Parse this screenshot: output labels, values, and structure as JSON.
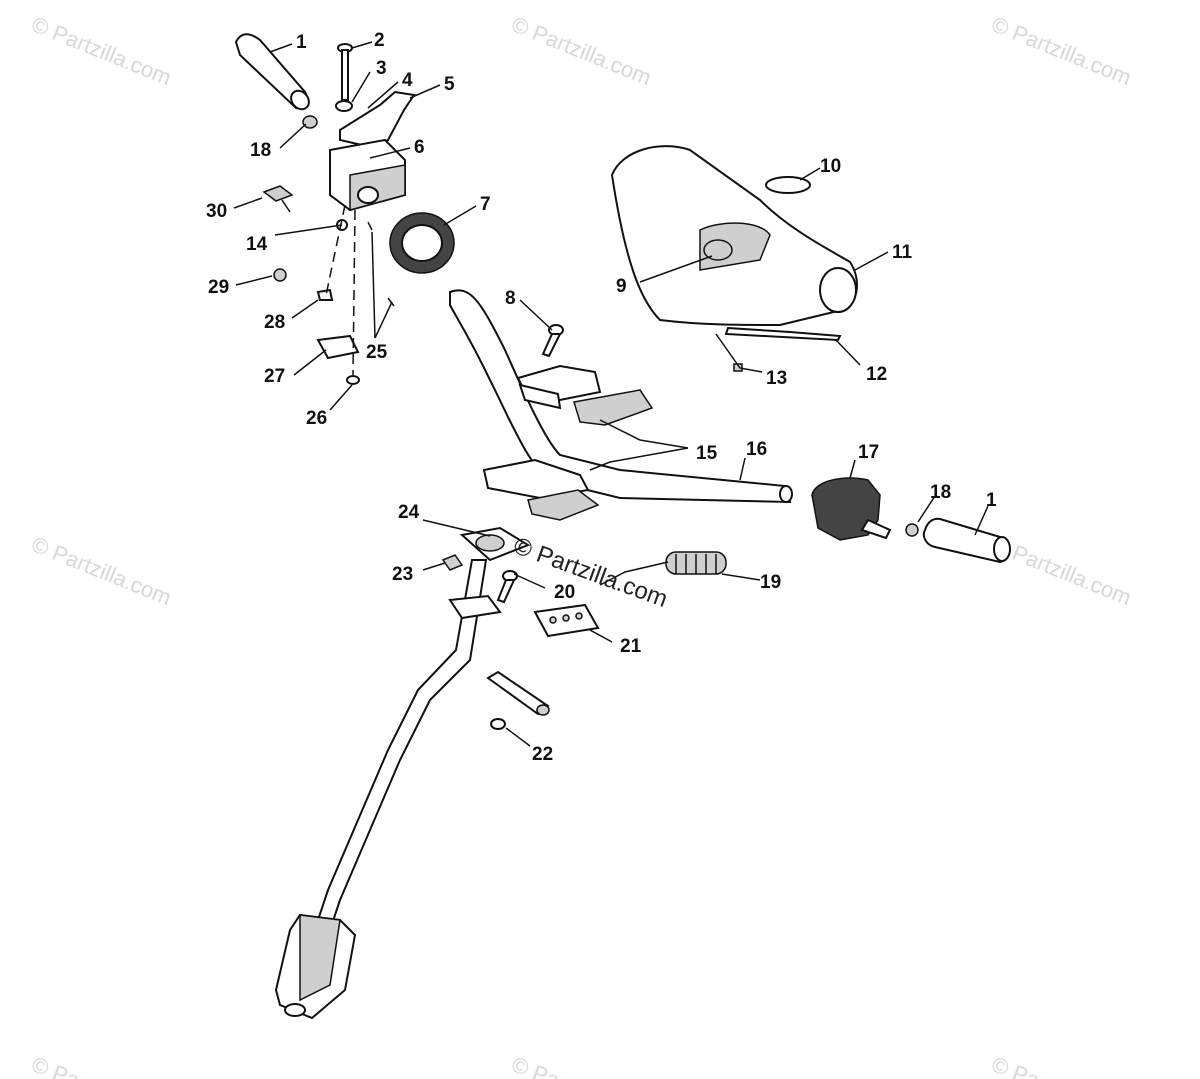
{
  "watermark": "© Partzilla.com",
  "center_watermark": "© Partzilla.com",
  "labels": {
    "p1a": "1",
    "p2": "2",
    "p3": "3",
    "p4": "4",
    "p5": "5",
    "p6": "6",
    "p7": "7",
    "p8": "8",
    "p9": "9",
    "p10": "10",
    "p11": "11",
    "p12": "12",
    "p13": "13",
    "p14": "14",
    "p15": "15",
    "p16": "16",
    "p17": "17",
    "p18a": "18",
    "p18b": "18",
    "p1b": "1",
    "p19": "19",
    "p20": "20",
    "p21": "21",
    "p22": "22",
    "p23": "23",
    "p24": "24",
    "p25": "25",
    "p26": "26",
    "p27": "27",
    "p28": "28",
    "p29": "29",
    "p30": "30"
  }
}
